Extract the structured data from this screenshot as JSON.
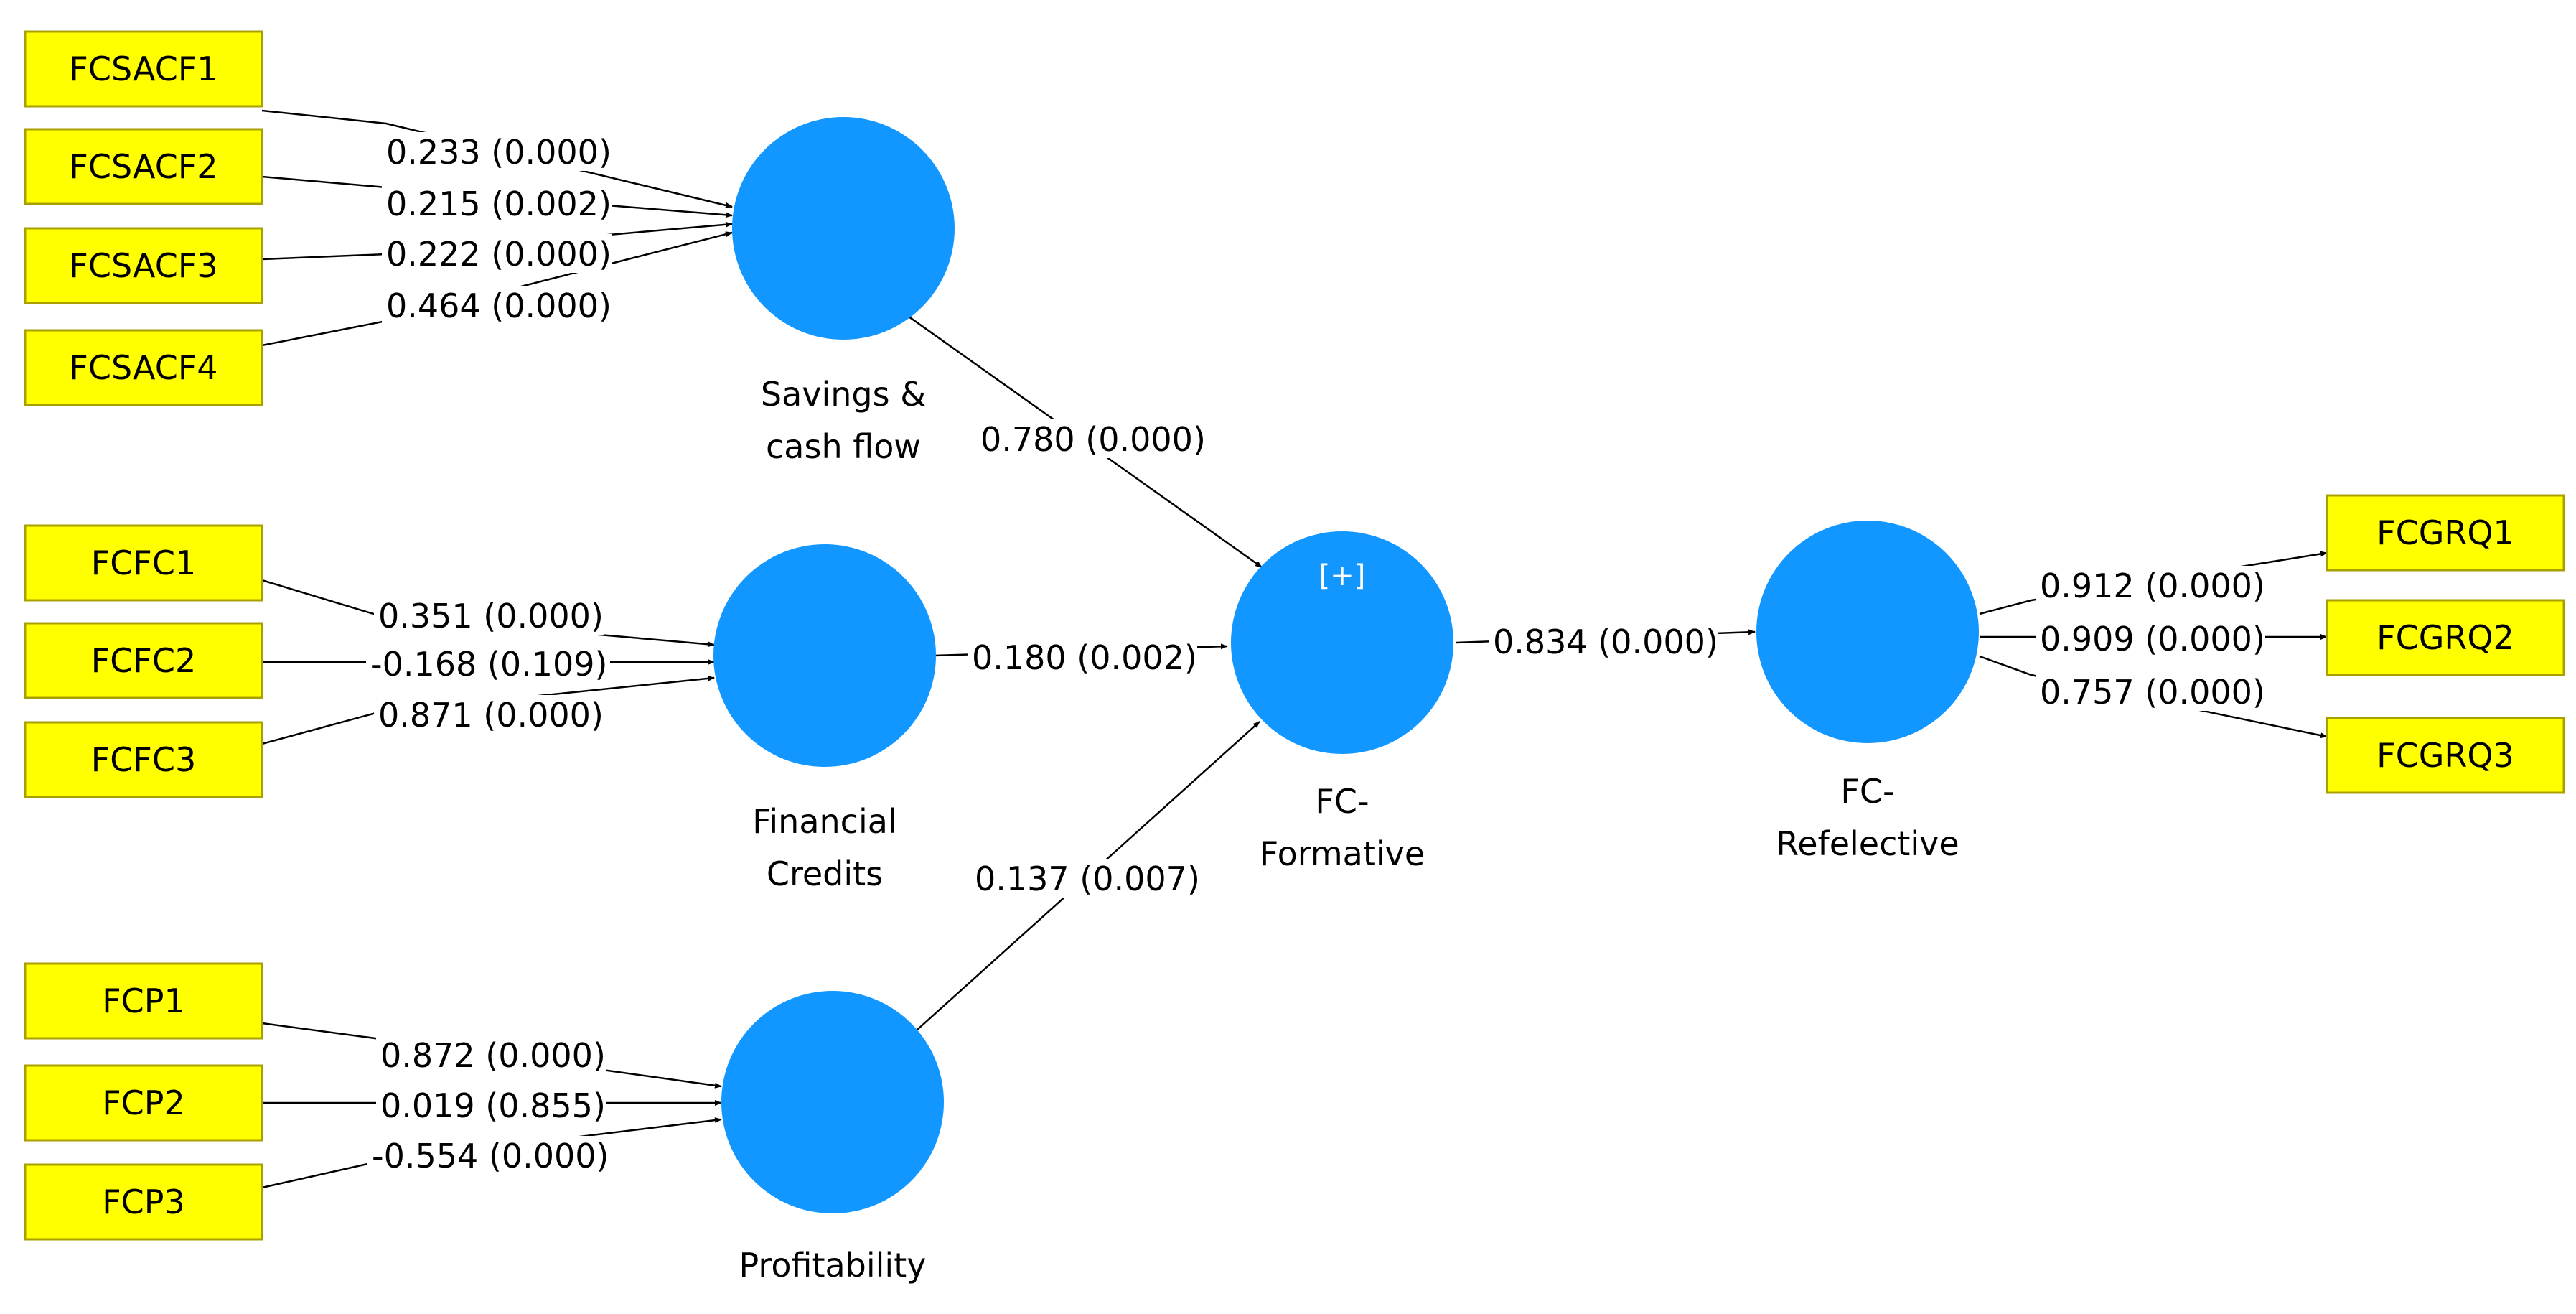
{
  "colors": {
    "latent": "#1197FF",
    "indicator_fill": "#FFFF00",
    "indicator_stroke": "#A8A000",
    "edge": "#000000",
    "badge_text": "#FFFFFF"
  },
  "latents": {
    "savings": {
      "name_line1": "Savings &",
      "name_line2": "cash flow"
    },
    "credits": {
      "name_line1": "Financial",
      "name_line2": "Credits"
    },
    "profitability": {
      "name_line1": "Profitability"
    },
    "formative": {
      "name_line1": "FC-",
      "name_line2": "Formative",
      "badge": "[+]"
    },
    "reflective": {
      "name_line1": "FC-",
      "name_line2": "Refelective"
    }
  },
  "indicators": {
    "FCSACF1": "FCSACF1",
    "FCSACF2": "FCSACF2",
    "FCSACF3": "FCSACF3",
    "FCSACF4": "FCSACF4",
    "FCFC1": "FCFC1",
    "FCFC2": "FCFC2",
    "FCFC3": "FCFC3",
    "FCP1": "FCP1",
    "FCP2": "FCP2",
    "FCP3": "FCP3",
    "FCGRQ1": "FCGRQ1",
    "FCGRQ2": "FCGRQ2",
    "FCGRQ3": "FCGRQ3"
  },
  "weights": {
    "FCSACF1": "0.233 (0.000)",
    "FCSACF2": "0.215 (0.002)",
    "FCSACF3": "0.222 (0.000)",
    "FCSACF4": "0.464 (0.000)",
    "FCFC1": "0.351 (0.000)",
    "FCFC2": "-0.168 (0.109)",
    "FCFC3": "0.871 (0.000)",
    "FCP1": "0.872 (0.000)",
    "FCP2": "0.019 (0.855)",
    "FCP3": "-0.554 (0.000)",
    "FCGRQ1": "0.912 (0.000)",
    "FCGRQ2": "0.909 (0.000)",
    "FCGRQ3": "0.757 (0.000)"
  },
  "paths": {
    "savings_to_formative": "0.780 (0.000)",
    "credits_to_formative": "0.180 (0.002)",
    "profitability_to_formative": "0.137 (0.007)",
    "formative_to_reflective": "0.834 (0.000)"
  }
}
